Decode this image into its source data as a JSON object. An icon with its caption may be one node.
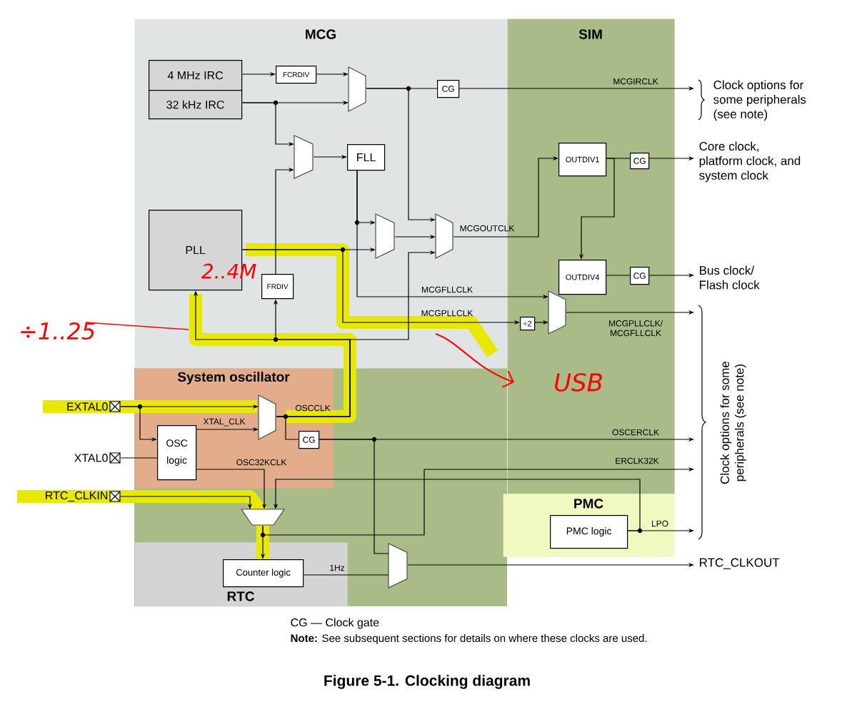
{
  "diagram": {
    "caption": "Figure 5-1. Clocking diagram",
    "nodes": [
      {
        "text": [
          "MCG"
        ]
      },
      {
        "text": [
          "SIM"
        ]
      },
      {
        "text": [
          "System oscillator"
        ]
      },
      {
        "text": [
          "RTC"
        ]
      },
      {
        "text": [
          "PMC"
        ]
      },
      {
        "text": [
          "4 MHz IRC"
        ],
        "in": 0
      },
      {
        "text": [
          "32 kHz IRC"
        ],
        "in": 0
      },
      {
        "text": [
          "FCRDIV"
        ],
        "in": 0
      },
      {
        "text": [],
        "shape": "trapezoid",
        "in": 0
      },
      {
        "text": [
          "CG"
        ],
        "in": 0
      },
      {
        "text": [
          "FLL"
        ],
        "in": 0
      },
      {
        "text": [],
        "shape": "trapezoid",
        "in": 0
      },
      {
        "text": [
          "PLL"
        ],
        "in": 0
      },
      {
        "text": [
          "FRDIV"
        ],
        "in": 0
      },
      {
        "text": [],
        "shape": "trapezoid",
        "in": 0
      },
      {
        "text": [],
        "shape": "trapezoid",
        "in": 0
      },
      {
        "text": [
          "OUTDIV1"
        ],
        "in": 1
      },
      {
        "text": [
          "CG"
        ],
        "in": 1
      },
      {
        "text": [
          "OUTDIV4"
        ],
        "in": 1
      },
      {
        "text": [
          "CG"
        ],
        "in": 1
      },
      {
        "text": [
          "÷2"
        ],
        "in": 1
      },
      {
        "text": [],
        "shape": "trapezoid",
        "in": 1
      },
      {
        "text": [
          "EXTAL0"
        ]
      },
      {
        "text": [
          "XTAL0"
        ]
      },
      {
        "text": [
          "RTC_CLKIN"
        ]
      },
      {
        "text": [
          "OSC logic"
        ],
        "in": 2
      },
      {
        "text": [],
        "shape": "trapezoid",
        "in": 2
      },
      {
        "text": [
          "CG"
        ],
        "in": 2
      },
      {
        "text": [],
        "shape": "trapezoid"
      },
      {
        "text": [
          "Counter logic"
        ],
        "in": 3
      },
      {
        "text": [],
        "shape": "trapezoid"
      },
      {
        "text": [
          "PMC logic"
        ],
        "in": 4
      },
      {
        "text": [
          "Clock options for some peripherals (see note)"
        ]
      },
      {
        "text": [
          "Core clock, platform clock, and system clock"
        ]
      },
      {
        "text": [
          "Bus clock/ Flash clock"
        ]
      },
      {
        "text": [
          "Clock options for some peripherals (see note)"
        ]
      },
      {
        "text": [
          "RTC_CLKOUT"
        ]
      }
    ],
    "edges": [
      {
        "from": 5,
        "to": 7,
        "arrow": "to"
      },
      {
        "from": 7,
        "to": 8,
        "arrow": "to"
      },
      {
        "from": 6,
        "to": 8,
        "arrow": "to"
      },
      {
        "from": 6,
        "to": 11,
        "arrow": "to"
      },
      {
        "from": 13,
        "to": 11,
        "arrow": "to"
      },
      {
        "from": 11,
        "to": 10,
        "arrow": "to"
      },
      {
        "from": 10,
        "to": 14,
        "arrow": "to"
      },
      {
        "from": 10,
        "to": 21,
        "arrow": "to",
        "label": "MCGFLLCLK"
      },
      {
        "from": 12,
        "to": 14,
        "arrow": "to"
      },
      {
        "from": 12,
        "to": 20,
        "arrow": "to",
        "label": "MCGPLLCLK"
      },
      {
        "from": 20,
        "to": 21,
        "arrow": "to"
      },
      {
        "from": 14,
        "to": 15,
        "arrow": "to"
      },
      {
        "from": 8,
        "to": 9,
        "arrow": "none"
      },
      {
        "from": 8,
        "to": 15,
        "arrow": "to"
      },
      {
        "from": 9,
        "to": 32,
        "arrow": "to",
        "label": "MCGIRCLK"
      },
      {
        "from": 15,
        "to": 16,
        "arrow": "to",
        "label": "MCGOUTCLK"
      },
      {
        "from": 16,
        "to": 17,
        "arrow": "none"
      },
      {
        "from": 16,
        "to": 18,
        "arrow": "to"
      },
      {
        "from": 17,
        "to": 33,
        "arrow": "to"
      },
      {
        "from": 18,
        "to": 19,
        "arrow": "none"
      },
      {
        "from": 19,
        "to": 34,
        "arrow": "to"
      },
      {
        "from": 21,
        "to": 35,
        "arrow": "to",
        "label": "MCGPLLCLK/ MCGFLLCLK"
      },
      {
        "from": 22,
        "to": 26,
        "arrow": "to"
      },
      {
        "from": 22,
        "to": 25,
        "arrow": "to"
      },
      {
        "from": 23,
        "to": 25,
        "arrow": "none"
      },
      {
        "from": 25,
        "to": 26,
        "arrow": "to",
        "label": "XTAL_CLK"
      },
      {
        "from": 25,
        "to": 28,
        "arrow": "to",
        "label": "OSC32KCLK"
      },
      {
        "from": 24,
        "to": 28,
        "arrow": "to"
      },
      {
        "from": 31,
        "to": 28,
        "arrow": "to"
      },
      {
        "from": 31,
        "to": 35,
        "arrow": "to",
        "label": "LPO"
      },
      {
        "from": 26,
        "to": 12,
        "arrow": "to",
        "label": "OSCCLK"
      },
      {
        "from": 26,
        "to": 13,
        "arrow": "to"
      },
      {
        "from": 26,
        "to": 15,
        "arrow": "to"
      },
      {
        "from": 26,
        "to": 27,
        "arrow": "none"
      },
      {
        "from": 27,
        "to": 35,
        "arrow": "to",
        "label": "OSCERCLK"
      },
      {
        "from": 27,
        "to": 30,
        "arrow": "none"
      },
      {
        "from": 28,
        "to": 29,
        "arrow": "to"
      },
      {
        "from": 28,
        "to": 35,
        "arrow": "to",
        "label": "ERCLK32K"
      },
      {
        "from": 29,
        "to": 30,
        "arrow": "none",
        "label": "1Hz"
      },
      {
        "from": 30,
        "to": 36,
        "arrow": "to"
      }
    ],
    "labels": [
      "CG — Clock gate",
      "**Note:** See subsequent sections for details on where these clocks are used.",
      "÷1..25",
      "2..4M",
      "USB"
    ]
  }
}
